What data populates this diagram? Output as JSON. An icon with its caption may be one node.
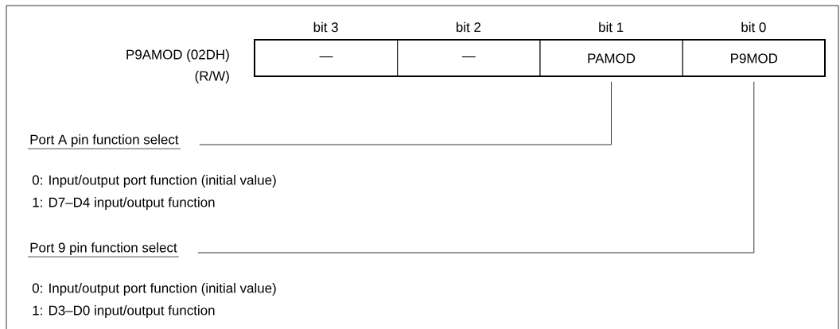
{
  "diagram": {
    "nodes": [
      {
        "text": [
          "—"
        ]
      },
      {
        "text": [
          "—"
        ]
      },
      {
        "text": [
          "PAMOD"
        ]
      },
      {
        "text": [
          "P9MOD"
        ]
      },
      {
        "text": [
          "Port A pin function select"
        ],
        "beside": [
          "0: Input/output port function (initial value)",
          "1: D7–D4 input/output function"
        ]
      },
      {
        "text": [
          "Port 9 pin function select"
        ],
        "beside": [
          "0: Input/output port function (initial value)",
          "1: D3–D0 input/output function"
        ]
      }
    ],
    "edges": [
      {
        "from": 4,
        "to": 2,
        "arrow": "none"
      },
      {
        "from": 5,
        "to": 3,
        "arrow": "none"
      }
    ],
    "labels": [
      "bit 3",
      "bit 2",
      "bit 1",
      "bit 0",
      "P9AMOD (02DH)",
      "(R/W)"
    ]
  }
}
